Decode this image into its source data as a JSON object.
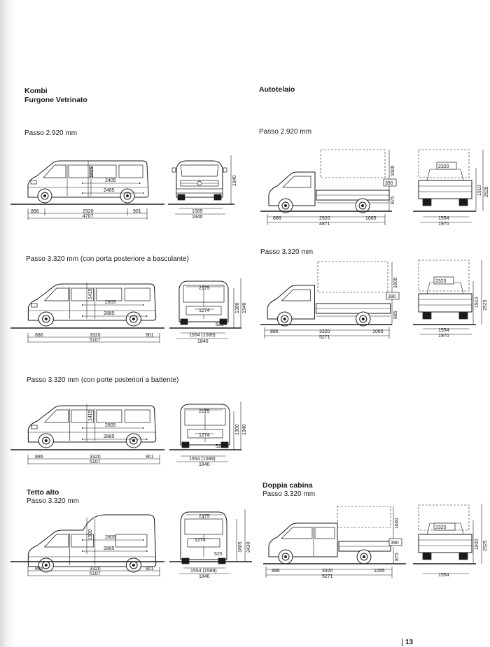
{
  "sections": {
    "kombi": {
      "title_line1": "Kombi",
      "title_line2": "Furgone Vetrinato",
      "passo_a": "Passo 2.920 mm",
      "passo_b": "Passo 3.320 mm (con porta posteriore a basculante)",
      "passo_c": "Passo 3.320 mm (con porte posteriori a battente)"
    },
    "tetto_alto": {
      "title": "Tetto alto",
      "passo": "Passo 3.320 mm"
    },
    "autotelaio": {
      "title": "Autotelaio",
      "passo_a": "Passo 2.920 mm",
      "passo_b": "Passo 3.320 mm"
    },
    "doppia_cabina": {
      "title": "Doppia cabina",
      "passo": "Passo 3.320 mm"
    }
  },
  "dims": {
    "k1": {
      "overhang_f": "886",
      "wheelbase": "2920",
      "overhang_r": "901",
      "length": "4707",
      "int_upper": "2405",
      "int_lower": "2485",
      "int_height": "1415",
      "track": "1589",
      "width": "1840",
      "height": "1940"
    },
    "k2": {
      "overhang_f": "886",
      "wheelbase": "3320",
      "overhang_r": "901",
      "length": "5107",
      "int_upper": "2805",
      "int_lower": "2885",
      "int_height": "1415",
      "door_w": "2175",
      "inner_w": "1274",
      "sill": "525",
      "track": "1554 (1589)",
      "width": "1840",
      "h1": "1300",
      "h2": "1940"
    },
    "k3": {
      "overhang_f": "886",
      "wheelbase": "3320",
      "overhang_r": "901",
      "length": "5107",
      "int_upper": "2805",
      "int_lower": "2885",
      "int_height": "1415",
      "door_w": "2175",
      "inner_w": "1274",
      "sill": "525",
      "track": "1554 (1589)",
      "width": "1840",
      "h1": "1300",
      "h2": "1940"
    },
    "t1": {
      "overhang_f": "886",
      "wheelbase": "3320",
      "overhang_r": "901",
      "length": "5107",
      "int_upper": "2805",
      "int_lower": "2885",
      "int_height": "1900",
      "door_w": "2175",
      "inner_w": "1274",
      "sill": "525",
      "track": "1554 (1589)",
      "width": "1840",
      "h1": "1805",
      "h2": "2430"
    },
    "a1": {
      "overhang_f": "886",
      "wheelbase": "2920",
      "overhang_r": "1065",
      "length": "4871",
      "load_h": "1600",
      "side_h": "390",
      "floor_h": "875",
      "bed_w": "2320",
      "track": "1554",
      "width": "1970",
      "h1": "1910",
      "h2": "2525"
    },
    "a2": {
      "overhang_f": "886",
      "wheelbase": "3320",
      "overhang_r": "1065",
      "length": "5271",
      "load_h": "1600",
      "side_h": "390",
      "floor_h": "885",
      "bed_w": "2320",
      "track": "1554",
      "width": "1970",
      "h1": "1910",
      "h2": "2525"
    },
    "d1": {
      "overhang_f": "886",
      "wheelbase": "3320",
      "overhang_r": "1065",
      "length": "5271",
      "load_h": "1600",
      "side_h": "390",
      "floor_h": "875",
      "bed_w": "2320",
      "track": "1554",
      "h1": "1920",
      "h2": "2525"
    }
  },
  "page_number": "13"
}
